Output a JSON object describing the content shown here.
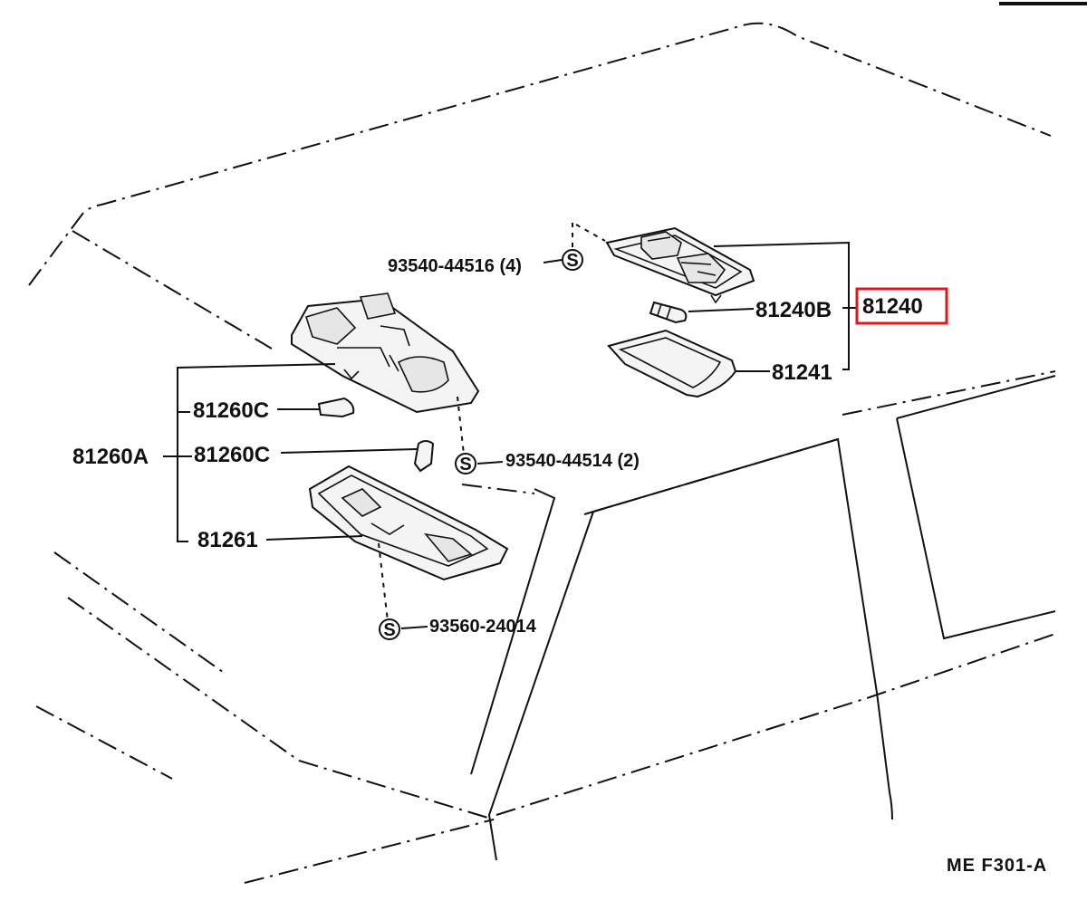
{
  "labels": {
    "p_93540_44516": "93540-44516 (4)",
    "p_81240B": "81240B",
    "p_81240": "81240",
    "p_81241": "81241",
    "p_81260C_top": "81260C",
    "p_81260A": "81260A",
    "p_81260C_mid": "81260C",
    "p_93540_44514": "93540-44514 (2)",
    "p_81261": "81261",
    "p_93560_24014": "93560-24014",
    "screw_symbol": "S",
    "figure_code": "ME F301-A"
  },
  "colors": {
    "highlight": "#e0161b",
    "line": "#111111"
  }
}
